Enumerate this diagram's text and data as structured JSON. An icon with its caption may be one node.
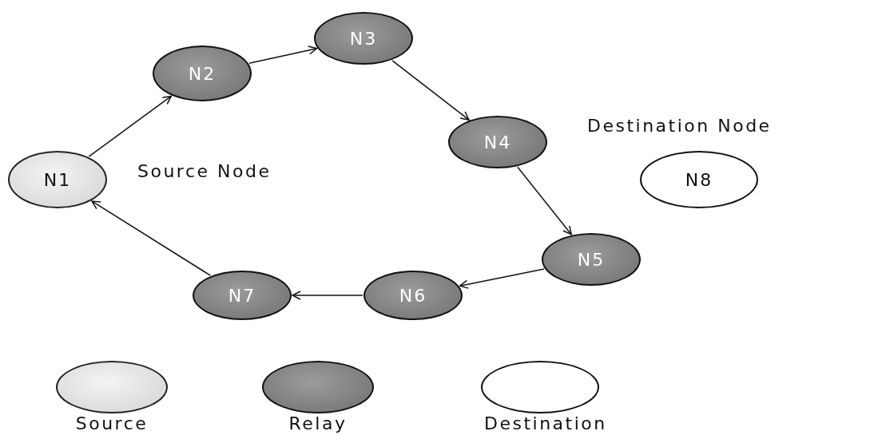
{
  "diagram": {
    "nodes": [
      {
        "text": [
          "N1"
        ]
      },
      {
        "text": [
          "N2"
        ]
      },
      {
        "text": [
          "N3"
        ]
      },
      {
        "text": [
          "N4"
        ]
      },
      {
        "text": [
          "N5"
        ]
      },
      {
        "text": [
          "N6"
        ]
      },
      {
        "text": [
          "N7"
        ]
      },
      {
        "text": [
          "N8"
        ]
      }
    ],
    "edges": [
      {
        "from": 0,
        "to": 1,
        "arrow": "to"
      },
      {
        "from": 1,
        "to": 2,
        "arrow": "to"
      },
      {
        "from": 2,
        "to": 3,
        "arrow": "to"
      },
      {
        "from": 3,
        "to": 4,
        "arrow": "to"
      },
      {
        "from": 4,
        "to": 5,
        "arrow": "to"
      },
      {
        "from": 5,
        "to": 6,
        "arrow": "to"
      },
      {
        "from": 6,
        "to": 0,
        "arrow": "to"
      }
    ],
    "labels": [
      "Source Node",
      "Destination Node"
    ],
    "legend": [
      {
        "text": "Source"
      },
      {
        "text": "Relay"
      },
      {
        "text": "Destination"
      }
    ]
  }
}
